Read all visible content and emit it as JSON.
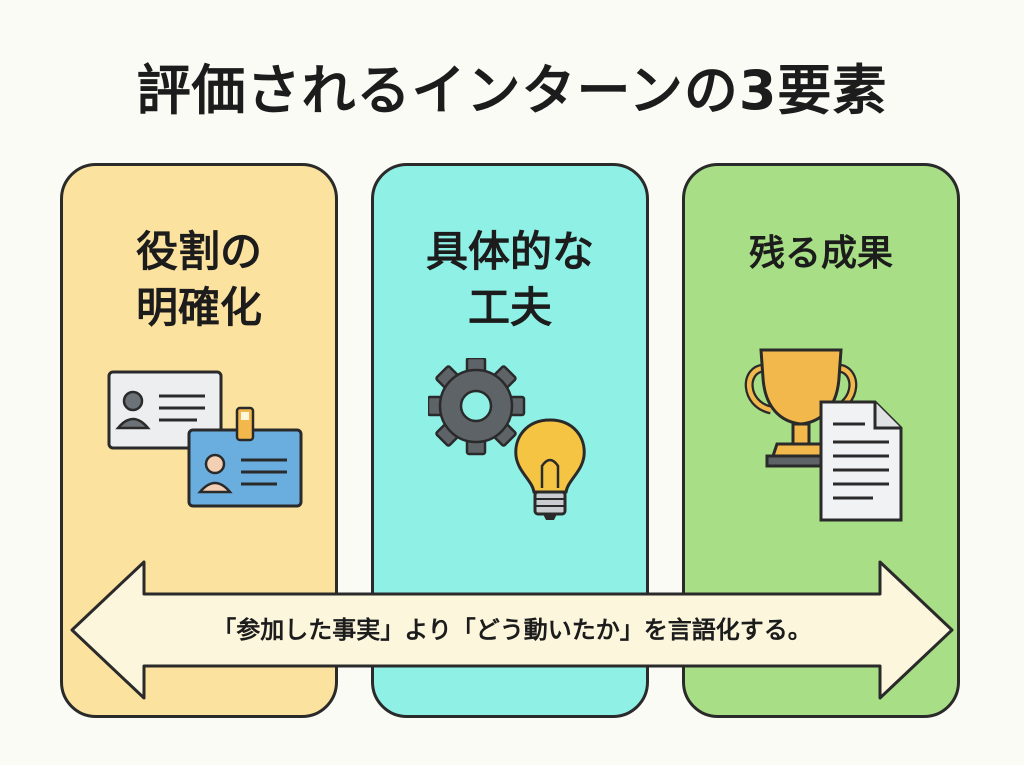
{
  "title": "評価されるインターンの3要素",
  "panels": [
    {
      "line1": "役割の",
      "line2": "明確化",
      "color": "#fbe29e"
    },
    {
      "line1": "具体的な",
      "line2": "工夫",
      "color": "#8ff0e6"
    },
    {
      "line1": "残る成果",
      "line2": "",
      "color": "#a8df86"
    }
  ],
  "arrow": {
    "text": "「参加した事実」より「どう動いたか」を言語化する。",
    "color": "#fbf6dc"
  },
  "icons": {
    "panel1": [
      "id-card-icon",
      "id-badge-icon"
    ],
    "panel2": [
      "gear-icon",
      "lightbulb-icon"
    ],
    "panel3": [
      "trophy-icon",
      "document-icon"
    ]
  }
}
